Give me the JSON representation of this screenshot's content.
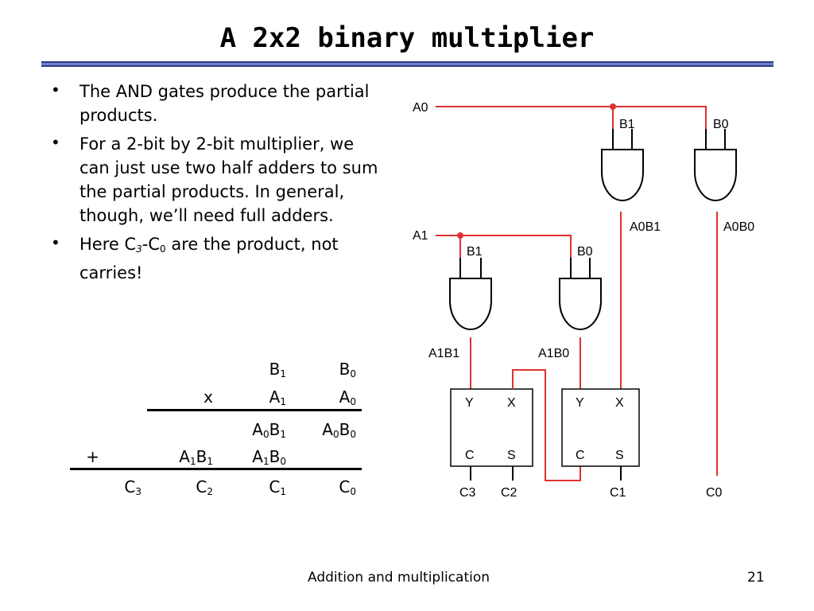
{
  "slide": {
    "title": "A 2x2 binary multiplier",
    "footer_text": "Addition and multiplication",
    "page_number": "21"
  },
  "bullets": [
    {
      "text": "The AND gates produce the partial products."
    },
    {
      "text": "For a 2-bit by 2-bit multiplier, we can just use two half adders to sum the partial products. In general, though, we’ll need full adders."
    },
    {
      "pre": "Here C",
      "sub1": "3",
      "mid": "-C",
      "sub2": "0",
      "post": " are the product, not carries!"
    }
  ],
  "mult_table": {
    "row1": [
      {
        "b": "B",
        "s": "1"
      },
      {
        "b": "B",
        "s": "0"
      }
    ],
    "times_sign": "x",
    "row2": [
      {
        "b": "A",
        "s": "1"
      },
      {
        "b": "A",
        "s": "0"
      }
    ],
    "row3": [
      {
        "b1": "A",
        "s1": "0",
        "b2": "B",
        "s2": "1"
      },
      {
        "b1": "A",
        "s1": "0",
        "b2": "B",
        "s2": "0"
      }
    ],
    "plus_sign": "+",
    "row4": [
      {
        "b1": "A",
        "s1": "1",
        "b2": "B",
        "s2": "1"
      },
      {
        "b1": "A",
        "s1": "1",
        "b2": "B",
        "s2": "0"
      }
    ],
    "row5": [
      {
        "b": "C",
        "s": "3"
      },
      {
        "b": "C",
        "s": "2"
      },
      {
        "b": "C",
        "s": "1"
      },
      {
        "b": "C",
        "s": "0"
      }
    ]
  },
  "circuit": {
    "inputs": {
      "a0": "A0",
      "a1": "A1"
    },
    "gate_inputs": {
      "g1": "B1",
      "g2": "B0",
      "g3": "B1",
      "g4": "B0"
    },
    "gate_outputs": {
      "g1": "A0B1",
      "g2": "A0B0",
      "g3": "A1B1",
      "g4": "A1B0"
    },
    "adder_ports": {
      "y": "Y",
      "x": "X",
      "c": "C",
      "s": "S"
    },
    "outputs": {
      "c3": "C3",
      "c2": "C2",
      "c1": "C1",
      "c0": "C0"
    },
    "wire_color": "#e03030",
    "node_color": "#e03030"
  }
}
